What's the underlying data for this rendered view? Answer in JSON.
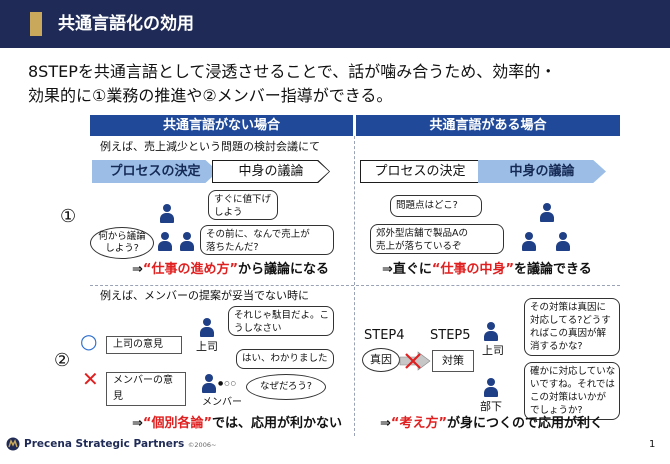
{
  "header": {
    "title": "共通言語化の効用",
    "colors": {
      "bar": "#1f2b56",
      "accent": "#c9a85b",
      "column_header": "#20499a",
      "process_fill": "#9bbde6",
      "highlight": "#e02020",
      "person": "#1f3f86"
    }
  },
  "headline": {
    "line1": "8STEPを共通言語として浸透させることで、話が噛み合うため、効率的・",
    "line2": "効果的に①業務の推進や②メンバー指導ができる。"
  },
  "columns": {
    "left": "共通言語がない場合",
    "right": "共通言語がある場合"
  },
  "row1": {
    "number": "①",
    "intro": "例えば、売上減少という問題の検討会議にて",
    "left": {
      "process_decision": "プロセスの決定",
      "content_discussion": "中身の議論",
      "bubble_price": "すぐに値下げ\nしよう",
      "bubble_why": "その前に、なんで売上が\n落ちたんだ?",
      "cloud_what": "何から議論\nしよう?",
      "conclusion_prefix": "⇒",
      "conclusion_highlight": "“仕事の進め方”",
      "conclusion_suffix": "から議論になる"
    },
    "right": {
      "process_decision": "プロセスの決定",
      "content_discussion": "中身の議論",
      "bubble_where": "問題点はどこ?",
      "bubble_store": "郊外型店舗で製品Aの\n売上が落ちているぞ",
      "conclusion_prefix": "⇒直ぐに",
      "conclusion_highlight": "“仕事の中身”",
      "conclusion_suffix": "を議論できる"
    }
  },
  "row2": {
    "number": "②",
    "intro": "例えば、メンバーの提案が妥当でない時に",
    "left": {
      "boss_opinion": "上司の意見",
      "member_opinion": "メンバーの意見",
      "label_boss": "上司",
      "label_member": "メンバー",
      "bubble_no": "それじゃ駄目だよ。こ\nうしなさい",
      "bubble_ok": "はい、わかりました",
      "cloud_why": "なぜだろう?",
      "dots": "●○○",
      "mark_ok": "○",
      "mark_ng": "✕",
      "conclusion_prefix": "⇒",
      "conclusion_highlight": "“個別各論”",
      "conclusion_suffix": "では、応用が利かない"
    },
    "right": {
      "step4": "STEP4",
      "step5": "STEP5",
      "cause": "真因",
      "measure": "対策",
      "label_boss": "上司",
      "label_sub": "部下",
      "bubble_boss": "その対策は真因に\n対応してる?どうす\nればこの真因が解\n消するかな?",
      "bubble_sub": "確かに対応していな\nいですね。それでは\nこの対策はいかが\nでしょうか?",
      "conclusion_prefix": "⇒",
      "conclusion_highlight": "“考え方”",
      "conclusion_suffix": "が身につくので応用が利く"
    }
  },
  "footer": {
    "company": "Precena Strategic Partners",
    "copyright": "©2006~",
    "page": "1"
  }
}
